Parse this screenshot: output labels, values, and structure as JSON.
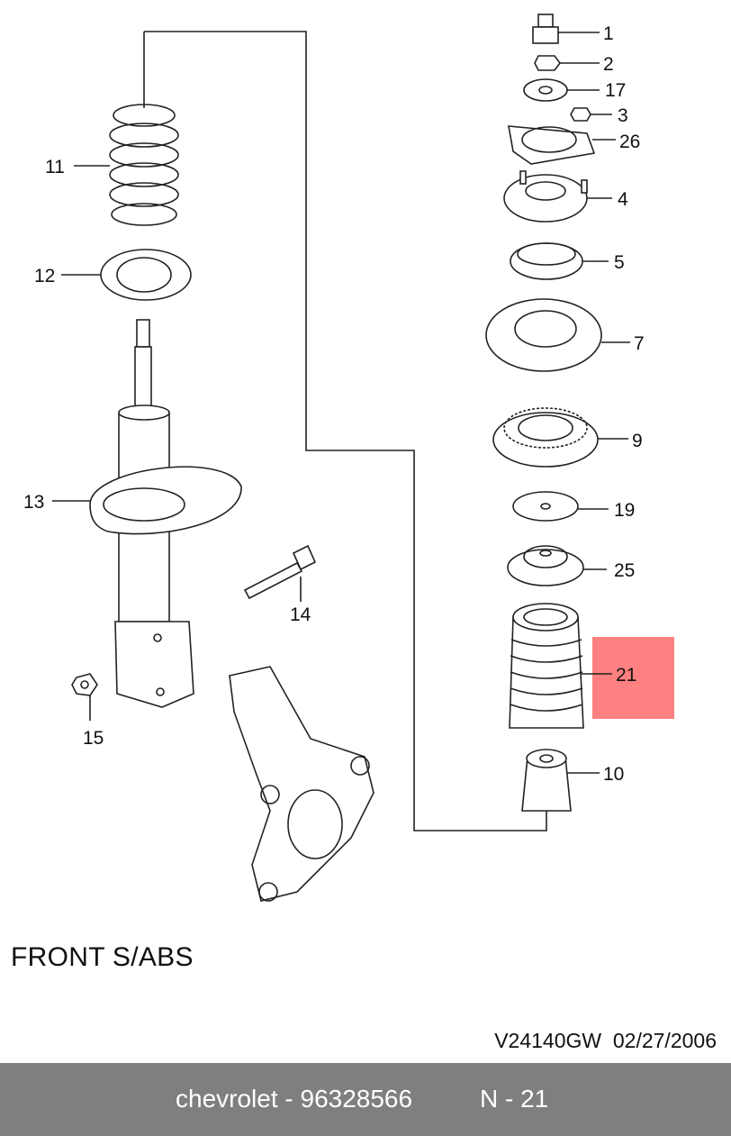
{
  "diagram": {
    "title": "FRONT S/ABS",
    "drawing_code": "V24140GW",
    "drawing_date": "02/27/2006",
    "highlight_color": "#ff8080",
    "callouts": [
      "1",
      "2",
      "17",
      "3",
      "26",
      "4",
      "5",
      "7",
      "9",
      "19",
      "25",
      "21",
      "10",
      "11",
      "12",
      "13",
      "14",
      "15"
    ]
  },
  "footer": {
    "part_label": "chevrolet - 96328566",
    "position_label": "N - 21",
    "background": "#7f7f7f"
  }
}
